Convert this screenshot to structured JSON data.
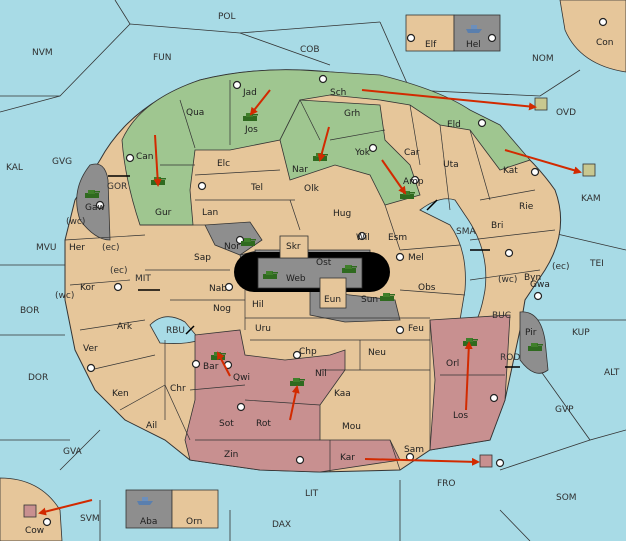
{
  "colors": {
    "water": "#a8dbe6",
    "land": "#e6c69a",
    "green": "#9fc690",
    "red": "#c89090",
    "gray": "#8e8e8e",
    "black": "#000000",
    "border": "#333333",
    "arrow": "#d22a00"
  },
  "sea_labels": {
    "pol": "POL",
    "nvm": "NVM",
    "fun": "FUN",
    "cob": "COB",
    "nom": "NOM",
    "ovd": "OVD",
    "kal": "KAL",
    "gvg": "GVG",
    "kam": "KAM",
    "gor": "GOR",
    "sma": "SMA",
    "mvu": "MVU",
    "tei": "TEI",
    "mit": "MIT",
    "bor": "BOR",
    "buc": "BUC",
    "kup": "KUP",
    "rbu": "RBU",
    "rod": "ROD",
    "dor": "DOR",
    "alt": "ALT",
    "gvp": "GVP",
    "gva": "GVA",
    "fro": "FRO",
    "som": "SOM",
    "svm": "SVM",
    "lit": "LIT",
    "dax": "DAX",
    "wc1": "(wc)",
    "ec1": "(ec)",
    "ec2": "(ec)",
    "wc2": "(wc)",
    "wc3": "(wc)",
    "ec3": "(ec)"
  },
  "provinces": {
    "elf": "Elf",
    "hel": "Hel",
    "con": "Con",
    "cow": "Cow",
    "aba": "Aba",
    "orn": "Orn",
    "sch": "Sch",
    "jad": "Jad",
    "qua": "Qua",
    "jos": "Jos",
    "grh": "Grh",
    "eld": "Eld",
    "can": "Can",
    "nar": "Nar",
    "yok": "Yok",
    "car": "Car",
    "uta": "Uta",
    "kat": "Kat",
    "elc": "Elc",
    "gaw": "Gaw",
    "gur": "Gur",
    "tel": "Tel",
    "olk": "Olk",
    "amp": "Amp",
    "lan": "Lan",
    "hug": "Hug",
    "rie": "Rie",
    "bri": "Bri",
    "her": "Her",
    "nor": "Nor",
    "skr": "Skr",
    "wil": "Wil",
    "esm": "Esm",
    "sap": "Sap",
    "ost": "Ost",
    "web": "Web",
    "mel": "Mel",
    "byn": "Byn",
    "kor": "Kor",
    "nab": "Nab",
    "eun": "Eun",
    "sun": "Sun",
    "obs": "Obs",
    "gwa": "Gwa",
    "hil": "Hil",
    "nog": "Nog",
    "ark": "Ark",
    "uru": "Uru",
    "feu": "Feu",
    "pir": "Pir",
    "ver": "Ver",
    "chp": "Chp",
    "neu": "Neu",
    "orl": "Orl",
    "bar": "Bar",
    "qwi": "Qwi",
    "nil": "Nil",
    "ken": "Ken",
    "chr": "Chr",
    "kaa": "Kaa",
    "rot": "Rot",
    "ail": "Ail",
    "sot": "Sot",
    "mou": "Mou",
    "los": "Los",
    "zin": "Zin",
    "kar": "Kar",
    "sam": "Sam"
  }
}
